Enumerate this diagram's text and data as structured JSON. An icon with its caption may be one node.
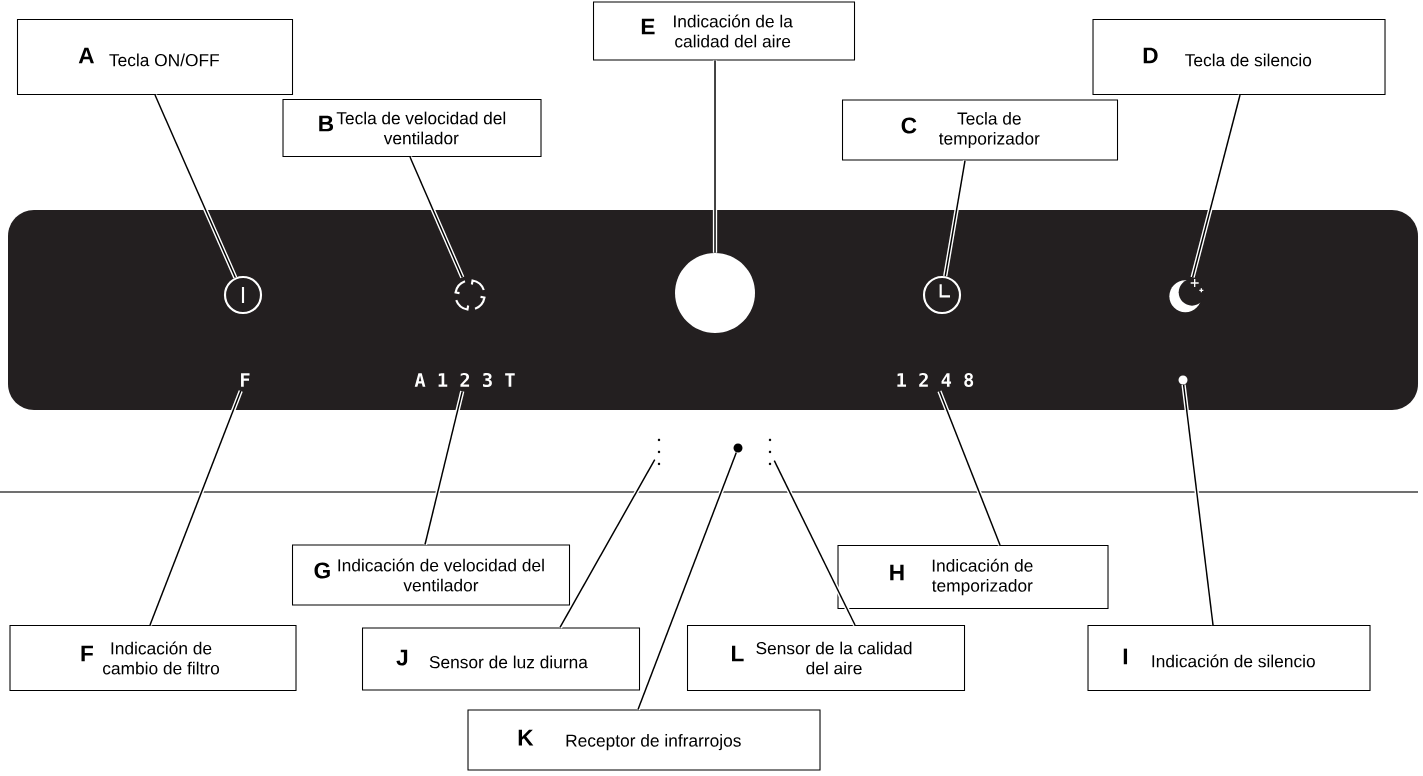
{
  "diagram": {
    "nodes": [
      {
        "text": [],
        "shape": "box"
      },
      {
        "text": [
          "A",
          "Tecla ON/OFF"
        ]
      },
      {
        "text": [
          "E",
          "Indicación de la calidad del aire"
        ]
      },
      {
        "text": [
          "D",
          "Tecla de silencio"
        ]
      },
      {
        "text": [
          "B",
          "Tecla de velocidad del ventilador"
        ]
      },
      {
        "text": [
          "C",
          "Tecla de temporizador"
        ]
      },
      {
        "text": [],
        "shape": "power",
        "in": 0
      },
      {
        "text": [],
        "shape": "fan",
        "in": 0
      },
      {
        "text": [],
        "shape": "circle",
        "in": 0
      },
      {
        "text": [],
        "shape": "clock",
        "in": 0
      },
      {
        "text": [],
        "shape": "moon",
        "in": 0
      },
      {
        "text": [
          "F"
        ],
        "in": 0
      },
      {
        "text": [
          "A 1 2 3 T"
        ],
        "in": 0
      },
      {
        "text": [
          "1 2 4 8"
        ],
        "in": 0
      },
      {
        "text": [],
        "shape": "dot",
        "in": 0
      },
      {
        "text": [],
        "shape": "dots"
      },
      {
        "text": [],
        "shape": "dot"
      },
      {
        "text": [],
        "shape": "dots"
      },
      {
        "text": [
          "G",
          "Indicación de velocidad del ventilador"
        ]
      },
      {
        "text": [
          "H",
          "Indicación de temporizador"
        ]
      },
      {
        "text": [
          "F",
          "Indicación de cambio de filtro"
        ]
      },
      {
        "text": [
          "J",
          "Sensor de luz diurna"
        ]
      },
      {
        "text": [
          "L",
          "Sensor de la calidad del aire"
        ]
      },
      {
        "text": [
          "I",
          "Indicación de silencio"
        ]
      },
      {
        "text": [
          "K",
          "Receptor de infrarrojos"
        ]
      }
    ],
    "edges": [
      {
        "from": 1,
        "to": 6,
        "arrow": "none"
      },
      {
        "from": 4,
        "to": 7,
        "arrow": "none"
      },
      {
        "from": 2,
        "to": 8,
        "arrow": "none"
      },
      {
        "from": 5,
        "to": 9,
        "arrow": "none"
      },
      {
        "from": 3,
        "to": 10,
        "arrow": "none"
      },
      {
        "from": 20,
        "to": 11,
        "arrow": "none"
      },
      {
        "from": 18,
        "to": 12,
        "arrow": "none"
      },
      {
        "from": 19,
        "to": 13,
        "arrow": "none"
      },
      {
        "from": 23,
        "to": 14,
        "arrow": "none"
      },
      {
        "from": 21,
        "to": 15,
        "arrow": "none"
      },
      {
        "from": 24,
        "to": 16,
        "arrow": "none"
      },
      {
        "from": 22,
        "to": 17,
        "arrow": "none"
      }
    ]
  }
}
